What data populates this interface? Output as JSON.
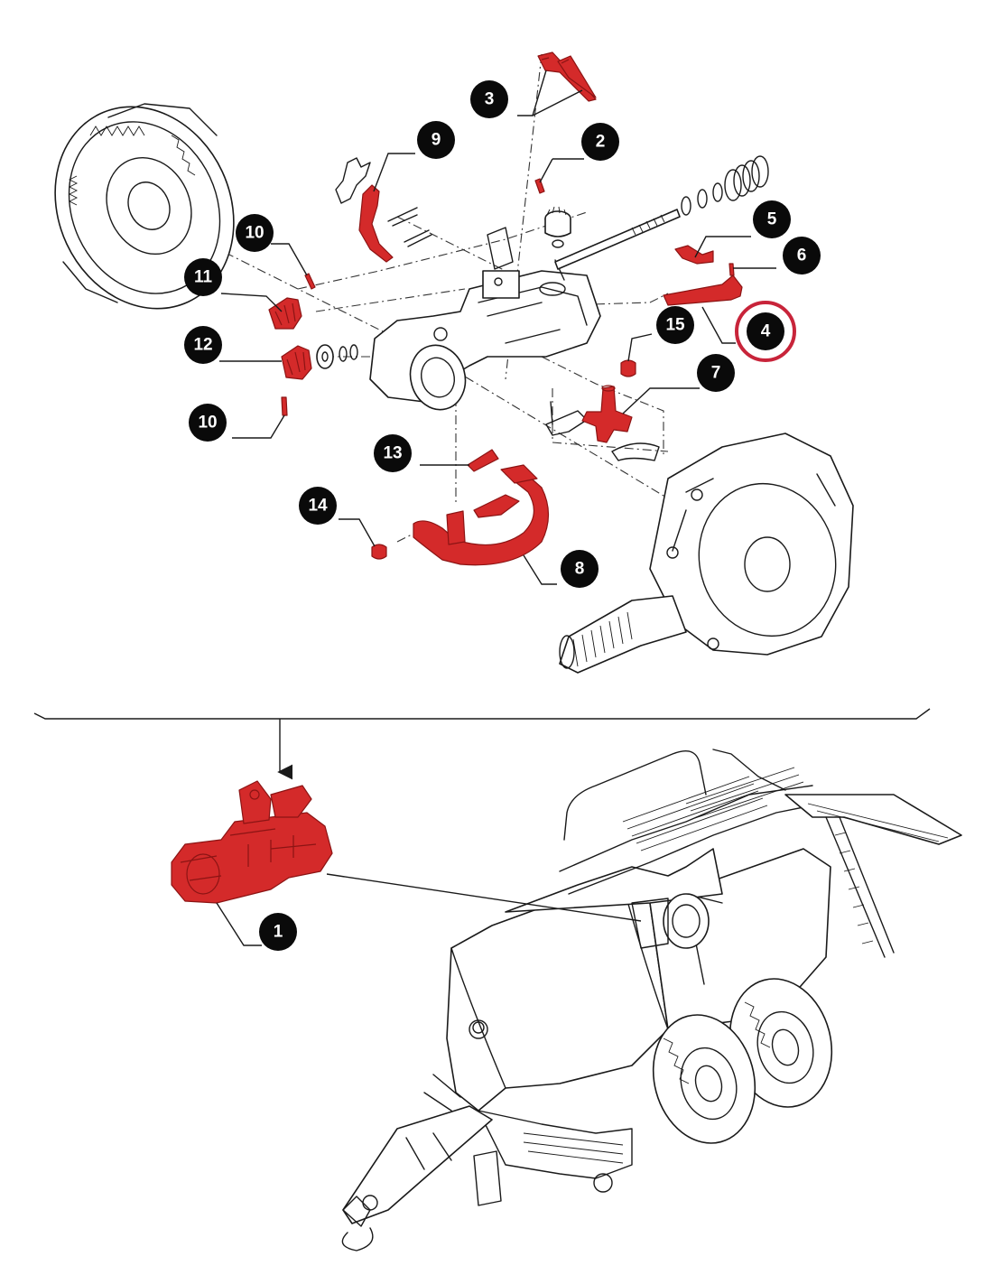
{
  "colors": {
    "highlight_part": "#d42a2a",
    "highlight_part_dark": "#8c1414",
    "callout_fill": "#0a0a0a",
    "callout_text": "#ffffff",
    "selection_ring": "#c8243a",
    "line_art": "#1a1a1a"
  },
  "callouts": {
    "c1": "1",
    "c2": "2",
    "c3": "3",
    "c4": "4",
    "c5": "5",
    "c6": "6",
    "c7": "7",
    "c8": "8",
    "c9": "9",
    "c10a": "10",
    "c10b": "10",
    "c11": "11",
    "c12": "12",
    "c13": "13",
    "c14": "14",
    "c15": "15"
  },
  "selected_callout": "4",
  "icons": {
    "selection": "red-circle-highlight",
    "pointer": "down-arrow"
  }
}
